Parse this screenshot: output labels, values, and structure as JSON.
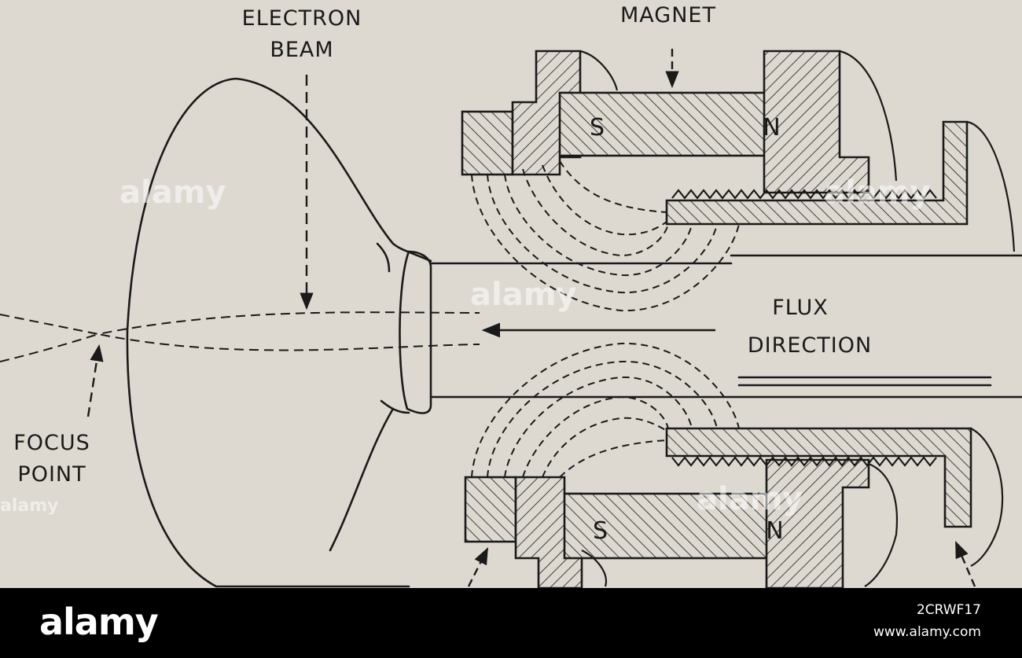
{
  "labels": {
    "electron_beam_line1": "ELECTRON",
    "electron_beam_line2": "BEAM",
    "magnet": "MAGNET",
    "flux_line1": "FLUX",
    "flux_line2": "DIRECTION",
    "focus_line1": "FOCUS",
    "focus_line2": "POINT",
    "pole_south": "S",
    "pole_north": "N"
  },
  "watermark": {
    "brand": "alamy",
    "brand_small": "alamy"
  },
  "footer": {
    "logo": "alamy",
    "image_id": "2CRWF17",
    "site": "www.alamy.com"
  },
  "colors": {
    "paper": "#ddd9d0",
    "ink": "#1a1a1a",
    "footer": "#000000"
  }
}
